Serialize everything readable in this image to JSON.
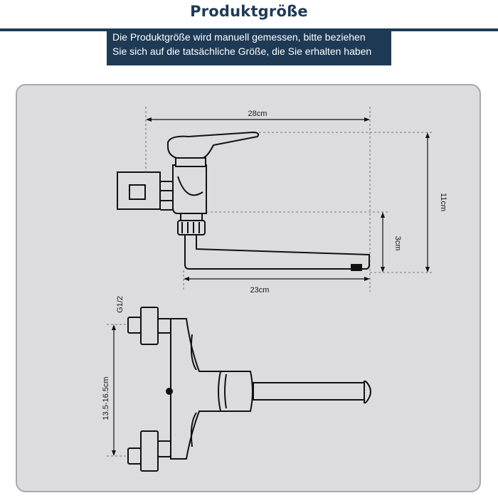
{
  "header": {
    "title": "Produktgröße",
    "subtitle_line1": "Die Produktgröße wird manuell gemessen, bitte beziehen",
    "subtitle_line2": "Sie sich auf die tatsächliche Größe, die Sie erhalten haben"
  },
  "dimensions": {
    "width_top": "28cm",
    "height_total": "11cm",
    "spout_height": "3cm",
    "spout_length": "23cm",
    "thread": "G1/2",
    "connection_distance": "13.5-16.5cm"
  },
  "colors": {
    "brand": "#1f3a55",
    "panel_background": "#dcdcdf",
    "line": "#111111"
  }
}
